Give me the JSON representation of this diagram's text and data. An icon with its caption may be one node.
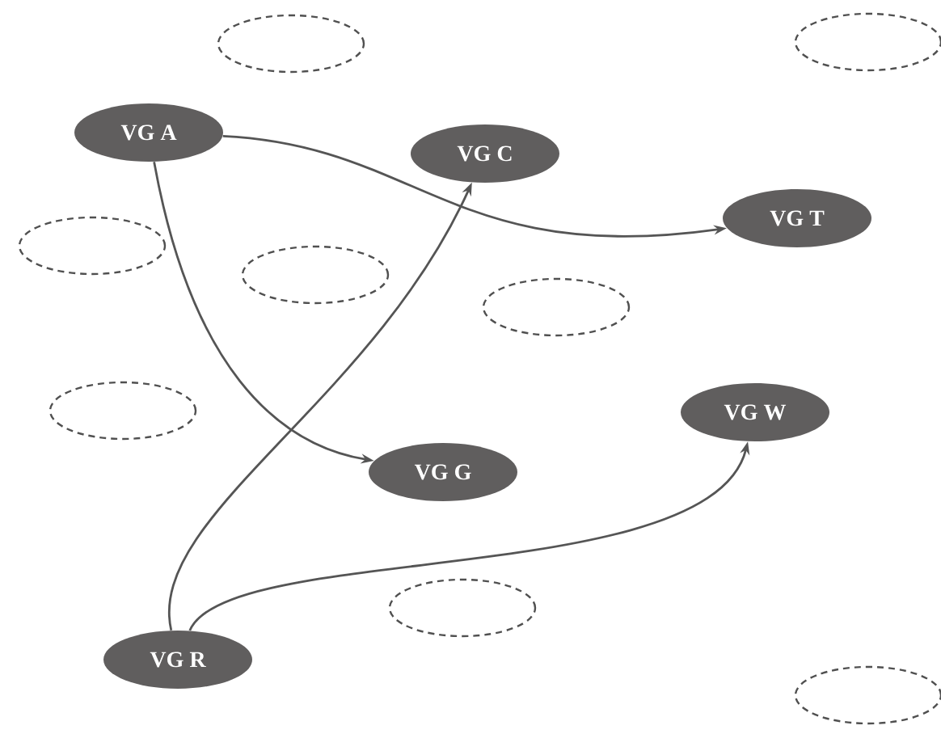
{
  "diagram": {
    "nodes": [
      {
        "text": [],
        "shape": "ellipse"
      },
      {
        "text": [],
        "shape": "ellipse"
      },
      {
        "text": [
          "VG A"
        ]
      },
      {
        "text": [
          "VG C"
        ]
      },
      {
        "text": [
          "VG T"
        ]
      },
      {
        "text": [],
        "shape": "ellipse"
      },
      {
        "text": [],
        "shape": "ellipse"
      },
      {
        "text": [],
        "shape": "ellipse"
      },
      {
        "text": [],
        "shape": "ellipse"
      },
      {
        "text": [
          "VG W"
        ]
      },
      {
        "text": [
          "VG G"
        ]
      },
      {
        "text": [],
        "shape": "ellipse"
      },
      {
        "text": [
          "VG R"
        ]
      },
      {
        "text": [],
        "shape": "ellipse"
      }
    ],
    "edges": [
      {
        "from": 2,
        "to": 4,
        "arrow": "to"
      },
      {
        "from": 2,
        "to": 10,
        "arrow": "to"
      },
      {
        "from": 12,
        "to": 3,
        "arrow": "to"
      },
      {
        "from": 12,
        "to": 9,
        "arrow": "to"
      }
    ]
  }
}
